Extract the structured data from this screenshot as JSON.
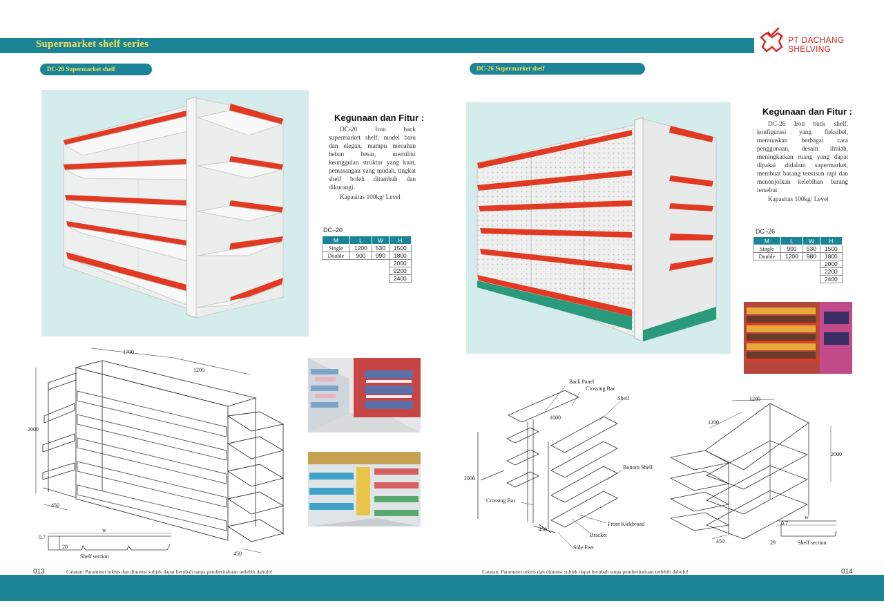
{
  "header": {
    "series_title": "Supermarket shelf series",
    "logo_line1": "PT DACHANG",
    "logo_line2": "SHELVING",
    "logo_registered": "®"
  },
  "left": {
    "model_pill": "DC-20 Supermarket shelf",
    "feature_title": "Kegunaan dan Fitur :",
    "feature_text": "DC-20 Iron back supermarket shelf, model baru dan elegan, mampu menahan beban besar, memiliki keunggulan struktur yang kuat, pemasangan yang mudah, tingkat shelf boleh ditambah dan dikurangi.",
    "capacity": "Kapasitas 100kg/ Level",
    "spec_label": "DC–20",
    "spec_headers": [
      "M",
      "L",
      "W",
      "H"
    ],
    "spec_rows": [
      [
        "Single",
        "1200",
        "530",
        "1500"
      ],
      [
        "Double",
        "900",
        "990",
        "1800"
      ],
      [
        "",
        "",
        "",
        "2000"
      ],
      [
        "",
        "",
        "",
        "2200"
      ],
      [
        "",
        "",
        "",
        "2400"
      ]
    ],
    "dims": {
      "top_width": "1700",
      "top_depth": "1200",
      "height": "2000",
      "base_depth": "450",
      "side_depth": "450"
    },
    "section_w": "w",
    "section_t": "0.7",
    "section_h": "20",
    "section_label": "Shelf section",
    "page_number": "013",
    "note": "Catatan: Parameter teknis dan dimensi subjek dapat berubah tanpa pemberitahuan terlebih dahulu!"
  },
  "right": {
    "model_pill": "DC-26 Supermarket shelf",
    "feature_title": "Kegunaan dan Fitur :",
    "feature_text": "DC-26 Iron back shelf, konfigurasi yang fleksibel, memuaskan berbagai cara penggunaan, desain ilmiah, meningkatkan ruang yang dapat dipakai didalam supermarket, membuat barang tersusun rapi dan menonjolkan kelebihan barang tersebut",
    "capacity": "Kapasitas 100kg/ Level",
    "spec_label": "DC–26",
    "spec_headers": [
      "M",
      "L",
      "W",
      "H"
    ],
    "spec_rows": [
      [
        "Single",
        "900",
        "530",
        "1500"
      ],
      [
        "Double",
        "1200",
        "980",
        "1800"
      ],
      [
        "",
        "",
        "",
        "2000"
      ],
      [
        "",
        "",
        "",
        "2200"
      ],
      [
        "",
        "",
        "",
        "2400"
      ]
    ],
    "exploded_labels": {
      "back_panel": "Back Panel",
      "crossing_bar_top": "Crossing Bar",
      "shelf": "Shelf",
      "dim_1000": "1000",
      "bottom_shelf": "Bottom Shelf",
      "height": "2000",
      "crossing_bar": "Crossing Bar",
      "front_kickboard": "Front Kickbroad",
      "depth": "450",
      "bracket": "Bracket",
      "side_feet": "Side Feet"
    },
    "assembled_dims": {
      "top": "1200",
      "side": "1200",
      "height": "2000",
      "base": "450"
    },
    "section_w": "w",
    "section_t": "0.7",
    "section_h": "29",
    "section_label": "Shelf section",
    "page_number": "014",
    "note": "Catatan: Parameter teknis dan dimensi subjek dapat berubah tanpa pemberitahuan terlebih dahulu!"
  },
  "colors": {
    "band": "#1b8597",
    "title_yellow": "#f6e05a",
    "shelf_red": "#e23a22",
    "panel_bg": "#d5ecec",
    "logo_red": "#d62222"
  }
}
